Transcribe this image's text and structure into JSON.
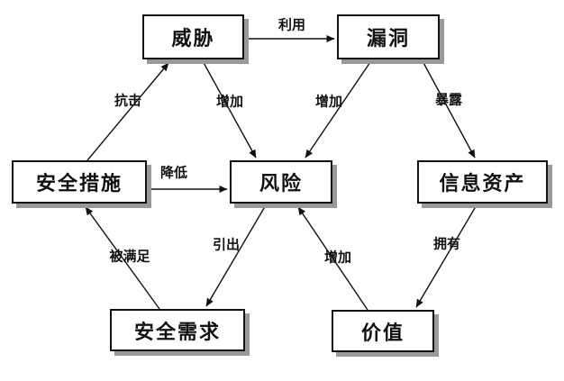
{
  "diagram": {
    "type": "relationship-diagram",
    "topic": "information-security-risk-relationships",
    "background_color": "#ffffff",
    "node_fill_color": "#ffffff",
    "node_border_color": "#111111",
    "node_shadow_color": "#999999",
    "line_color": "#111111",
    "nodes": {
      "threat": {
        "label": "威胁"
      },
      "vulnerability": {
        "label": "漏洞"
      },
      "measures": {
        "label": "安全措施"
      },
      "risk": {
        "label": "风险"
      },
      "assets": {
        "label": "信息资产"
      },
      "requirements": {
        "label": "安全需求"
      },
      "value": {
        "label": "价值"
      }
    },
    "edges": [
      {
        "label": "利用",
        "from": "威胁",
        "to": "漏洞"
      },
      {
        "label": "抗击",
        "from": "安全措施",
        "to": "威胁"
      },
      {
        "label": "增加",
        "from": "威胁",
        "to": "风险"
      },
      {
        "label": "增加",
        "from": "漏洞",
        "to": "风险"
      },
      {
        "label": "暴露",
        "from": "漏洞",
        "to": "信息资产"
      },
      {
        "label": "降低",
        "from": "安全措施",
        "to": "风险"
      },
      {
        "label": "被满足",
        "from": "安全需求",
        "to": "安全措施"
      },
      {
        "label": "引出",
        "from": "风险",
        "to": "安全需求"
      },
      {
        "label": "增加",
        "from": "价值",
        "to": "风险"
      },
      {
        "label": "拥有",
        "from": "信息资产",
        "to": "价值"
      }
    ]
  }
}
